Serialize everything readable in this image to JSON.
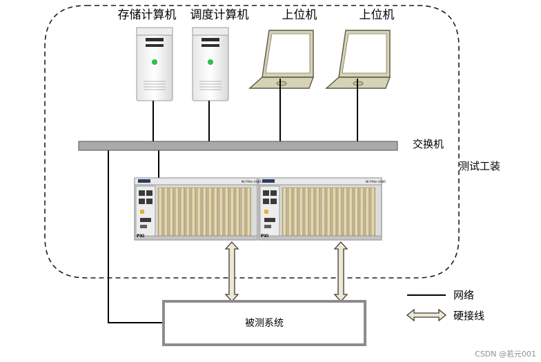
{
  "labels": {
    "storage_computer": "存储计算机",
    "dispatch_computer": "调度计算机",
    "host_1": "上位机",
    "host_2": "上位机",
    "switch": "交换机",
    "test_fixture": "测试工装",
    "system_under_test": "被测系统"
  },
  "chassis_text": {
    "pxi_label": "PXI",
    "model_label": "NI PXIe-1085"
  },
  "legend": {
    "network_label": "网络",
    "hardwire_label": "硬接线"
  },
  "watermark": "CSDN @若元001",
  "colors": {
    "dashed_border": "#1a1a1a",
    "switch_fill": "#a9a9a9",
    "box_border": "#8c8c8c",
    "arrow_fill": "#ece8d2",
    "arrow_stroke": "#3a3a3a",
    "tower_body": "#f2f2f2",
    "tower_bezel": "#2e2e2e",
    "power_led": "#22c94a",
    "laptop_body": "#d5d2b5",
    "laptop_screen": "#ffffff",
    "chassis_body": "#dcdcdc",
    "chassis_slot": "#d8c79a"
  }
}
